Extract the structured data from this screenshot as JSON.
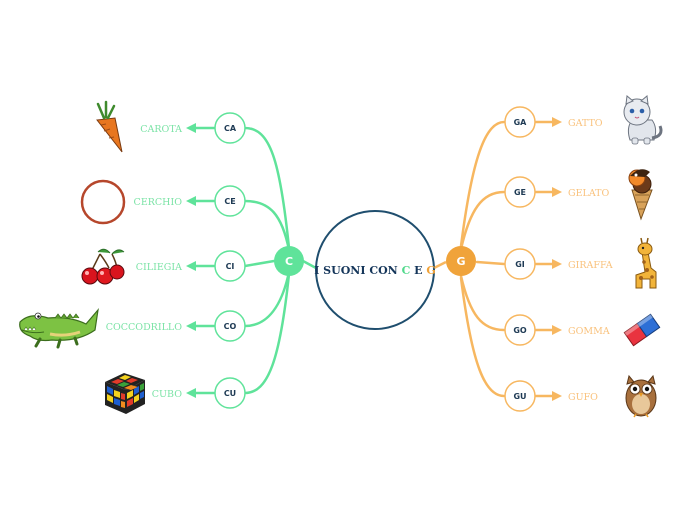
{
  "title": {
    "prefix": "I SUONI CON ",
    "letter_c": "C",
    "middle": " E ",
    "letter_g": "G"
  },
  "hub_c": {
    "label": "C"
  },
  "hub_g": {
    "label": "G"
  },
  "colors": {
    "c_branch": "#5fe39a",
    "c_text": "#7be3a6",
    "g_branch": "#f7b760",
    "g_hub": "#f0a33a",
    "g_text": "#f9c27d",
    "center_border": "#1f4e6e",
    "title_text": "#15365a",
    "title_c": "#52d98c",
    "title_g": "#f0a33a",
    "syllable_text": "#1e3a54"
  },
  "c_branches": [
    {
      "syllable": "CA",
      "word": "CAROTA",
      "icon": "carrot-icon"
    },
    {
      "syllable": "CE",
      "word": "CERCHIO",
      "icon": "circle-icon"
    },
    {
      "syllable": "CI",
      "word": "CILIEGIA",
      "icon": "cherries-icon"
    },
    {
      "syllable": "CO",
      "word": "COCCODRILLO",
      "icon": "crocodile-icon"
    },
    {
      "syllable": "CU",
      "word": "CUBO",
      "icon": "rubiks-cube-icon"
    }
  ],
  "g_branches": [
    {
      "syllable": "GA",
      "word": "GATTO",
      "icon": "cat-icon"
    },
    {
      "syllable": "GE",
      "word": "GELATO",
      "icon": "ice-cream-icon"
    },
    {
      "syllable": "GI",
      "word": "GIRAFFA",
      "icon": "giraffe-icon"
    },
    {
      "syllable": "GO",
      "word": "GOMMA",
      "icon": "eraser-icon"
    },
    {
      "syllable": "GU",
      "word": "GUFO",
      "icon": "owl-icon"
    }
  ]
}
